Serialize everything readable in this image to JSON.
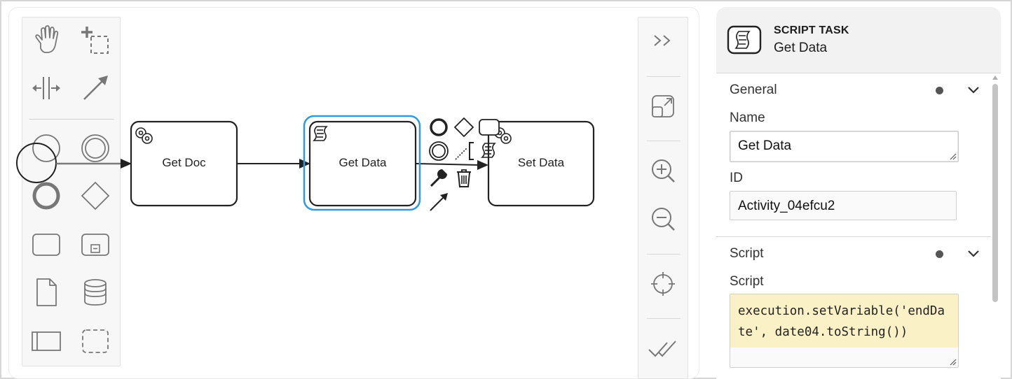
{
  "diagram": {
    "tasks": [
      {
        "label": "Get Doc",
        "kind": "service-task"
      },
      {
        "label": "Get Data",
        "kind": "script-task",
        "selected": true
      },
      {
        "label": "Set Data",
        "kind": "service-task"
      }
    ],
    "selection_color": "#2d9ae0"
  },
  "palette": {
    "tools": [
      {
        "name": "hand-tool",
        "icon": "hand-icon"
      },
      {
        "name": "lasso-tool",
        "icon": "lasso-icon"
      },
      {
        "name": "space-tool",
        "icon": "space-icon"
      },
      {
        "name": "connect-tool",
        "icon": "arrow-icon"
      },
      {
        "name": "start-event",
        "icon": "circle-icon"
      },
      {
        "name": "intermediate-event",
        "icon": "double-circle-icon"
      },
      {
        "name": "end-event",
        "icon": "bold-circle-icon"
      },
      {
        "name": "gateway",
        "icon": "diamond-icon"
      },
      {
        "name": "task",
        "icon": "rounded-rect-icon"
      },
      {
        "name": "subprocess",
        "icon": "subprocess-icon"
      },
      {
        "name": "data-object",
        "icon": "document-icon"
      },
      {
        "name": "data-store",
        "icon": "database-icon"
      },
      {
        "name": "pool",
        "icon": "pool-icon"
      },
      {
        "name": "group",
        "icon": "dashed-rect-icon"
      }
    ]
  },
  "toolbar": {
    "buttons": [
      {
        "name": "collapse-button",
        "icon": "double-chevron-icon"
      },
      {
        "name": "fit-viewport-button",
        "icon": "fit-icon"
      },
      {
        "name": "zoom-in-button",
        "icon": "zoom-in-icon"
      },
      {
        "name": "zoom-out-button",
        "icon": "zoom-out-icon"
      },
      {
        "name": "center-button",
        "icon": "crosshair-icon"
      },
      {
        "name": "validate-button",
        "icon": "double-check-icon"
      }
    ]
  },
  "panel": {
    "header": {
      "type": "SCRIPT TASK",
      "name": "Get Data"
    },
    "general": {
      "title": "General",
      "name_label": "Name",
      "name_value": "Get Data",
      "id_label": "ID",
      "id_value": "Activity_04efcu2"
    },
    "script": {
      "title": "Script",
      "script_label": "Script",
      "script_value": "execution.setVariable('endDate', date04.toString())"
    }
  }
}
